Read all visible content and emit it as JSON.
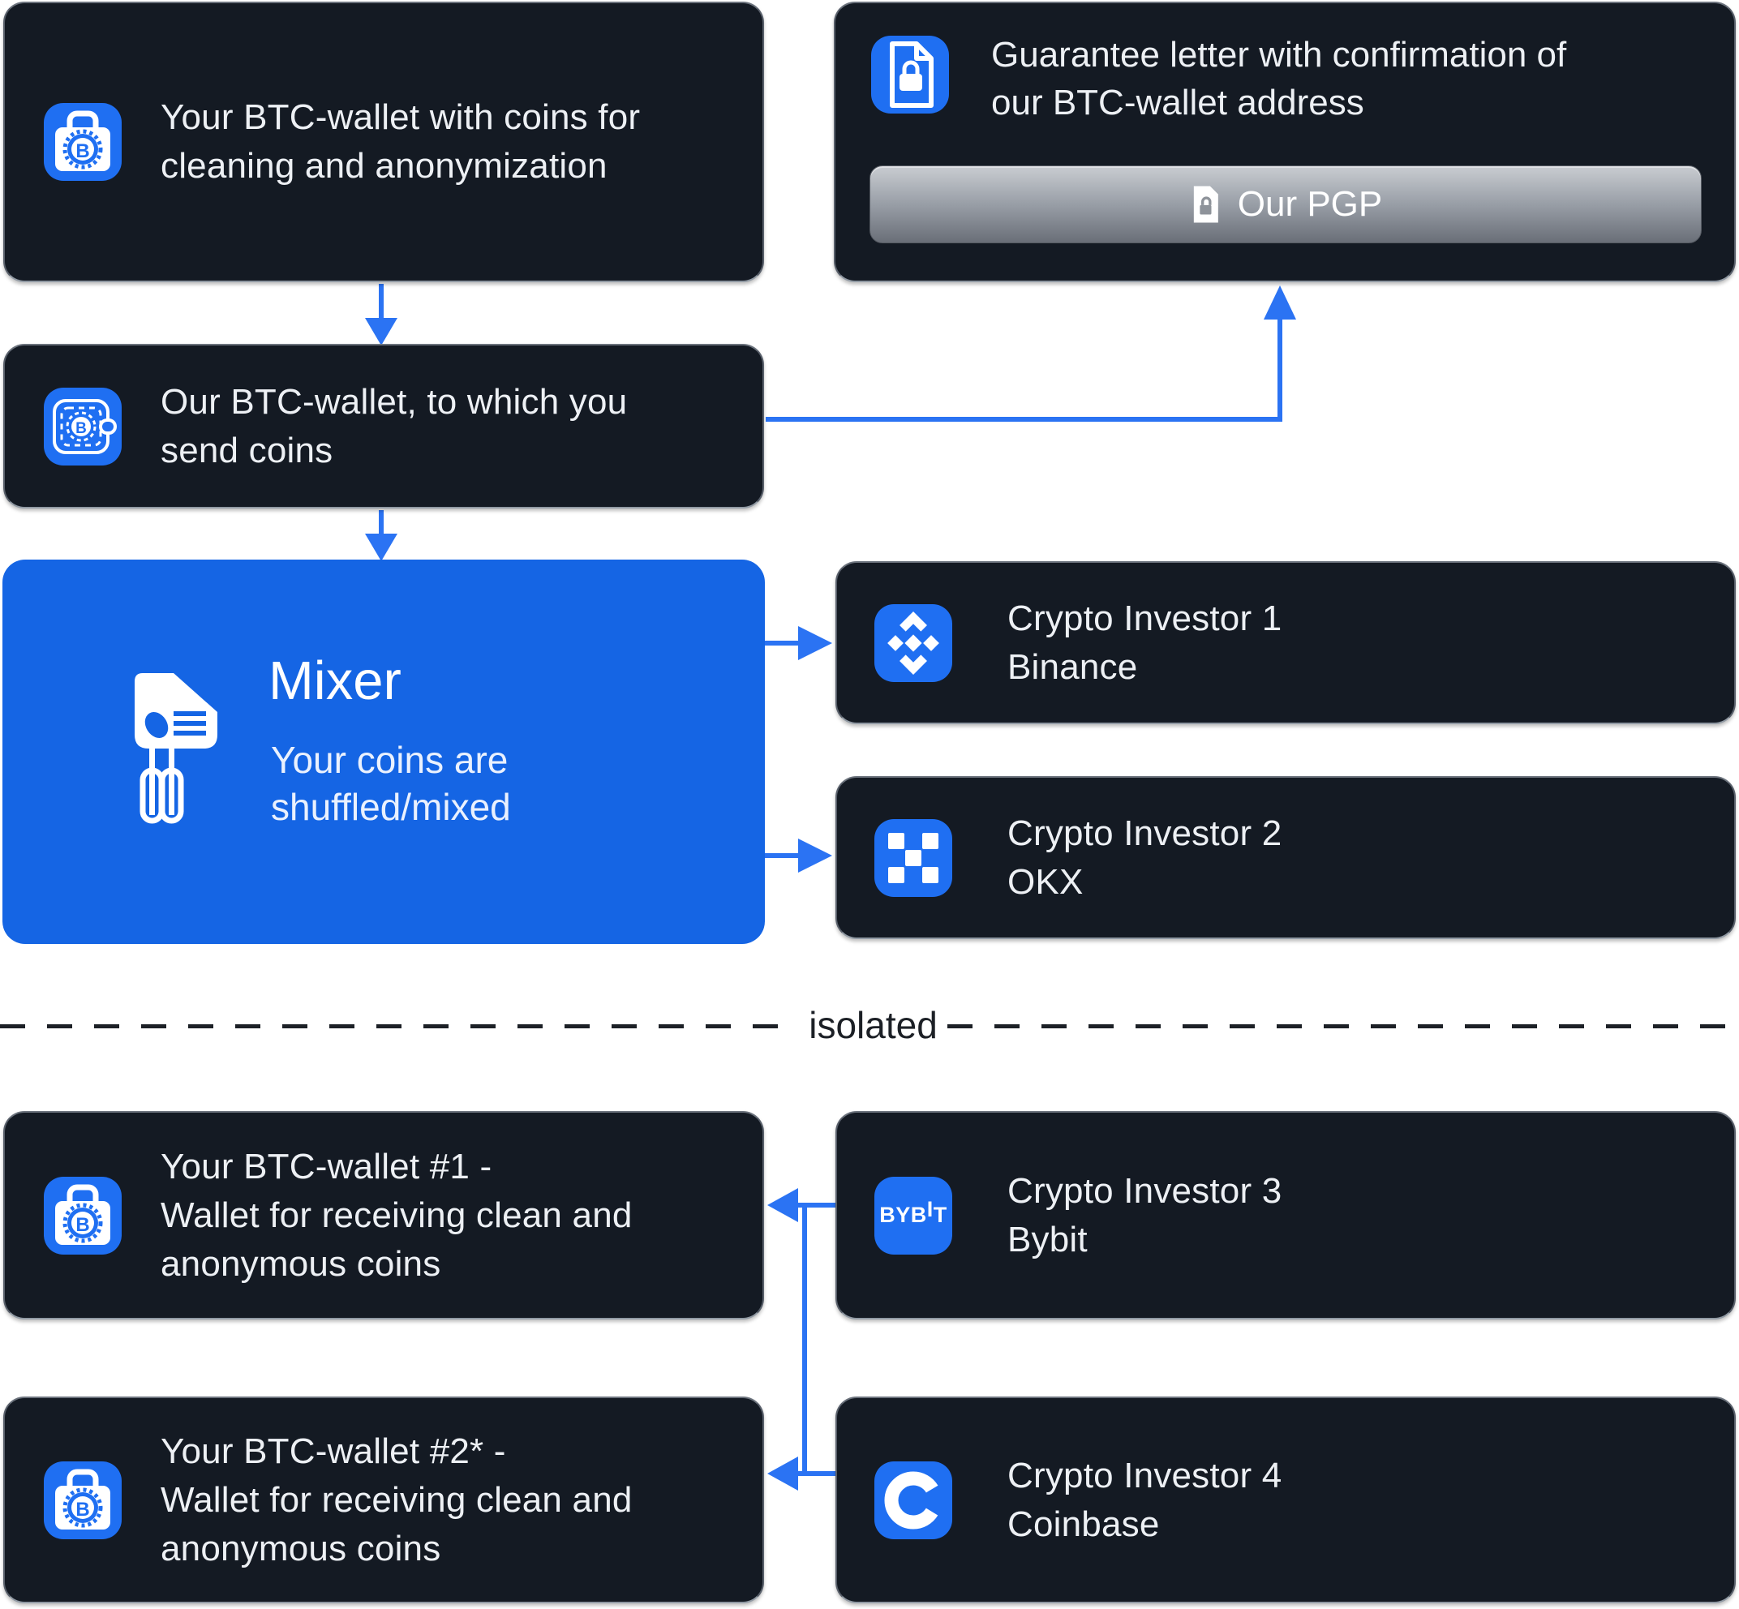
{
  "colors": {
    "background": "#ffffff",
    "box_bg": "#141a23",
    "box_border": "#59606b",
    "tile_blue": "#1f6ff2",
    "mixer_blue": "#1565e4",
    "arrow_blue": "#2b73f3",
    "text_light": "#edf0f4",
    "divider_dark": "#1c2026",
    "pgp_button_top": "#c9ccd1",
    "pgp_button_bottom": "#6a6f78"
  },
  "nodes": {
    "source_wallet": {
      "lines": [
        "Your BTC-wallet with coins for",
        "cleaning and anonymization"
      ],
      "icon": "btc-briefcase-icon"
    },
    "guarantee": {
      "lines": [
        "Guarantee letter with confirmation of",
        "our BTC-wallet address"
      ],
      "icon": "document-lock-icon",
      "pgp_button": "Our PGP"
    },
    "our_wallet": {
      "lines": [
        "Our BTC-wallet, to which you",
        "send coins"
      ],
      "icon": "btc-wallet-dashed-icon"
    },
    "mixer": {
      "title": "Mixer",
      "subtitle_lines": [
        "Your coins are",
        "shuffled/mixed"
      ],
      "icon": "hand-mixer-icon"
    },
    "investor1": {
      "title": "Crypto Investor 1",
      "exchange": "Binance",
      "icon": "binance-logo"
    },
    "investor2": {
      "title": "Crypto Investor 2",
      "exchange": "OKX",
      "icon": "okx-logo"
    },
    "investor3": {
      "title": "Crypto Investor 3",
      "exchange": "Bybit",
      "icon": "bybit-logo"
    },
    "investor4": {
      "title": "Crypto Investor 4",
      "exchange": "Coinbase",
      "icon": "coinbase-logo"
    },
    "receive_wallet1": {
      "lines": [
        "Your BTC-wallet #1 -",
        "Wallet for receiving clean and",
        "anonymous coins"
      ],
      "icon": "btc-briefcase-icon"
    },
    "receive_wallet2": {
      "lines": [
        "Your BTC-wallet #2* -",
        "Wallet for receiving clean and",
        "anonymous coins"
      ],
      "icon": "btc-briefcase-icon"
    }
  },
  "divider": {
    "label": "isolated"
  },
  "logos": {
    "bybit": {
      "p1": "BYB",
      "p2": "I",
      "p3": "T"
    }
  }
}
